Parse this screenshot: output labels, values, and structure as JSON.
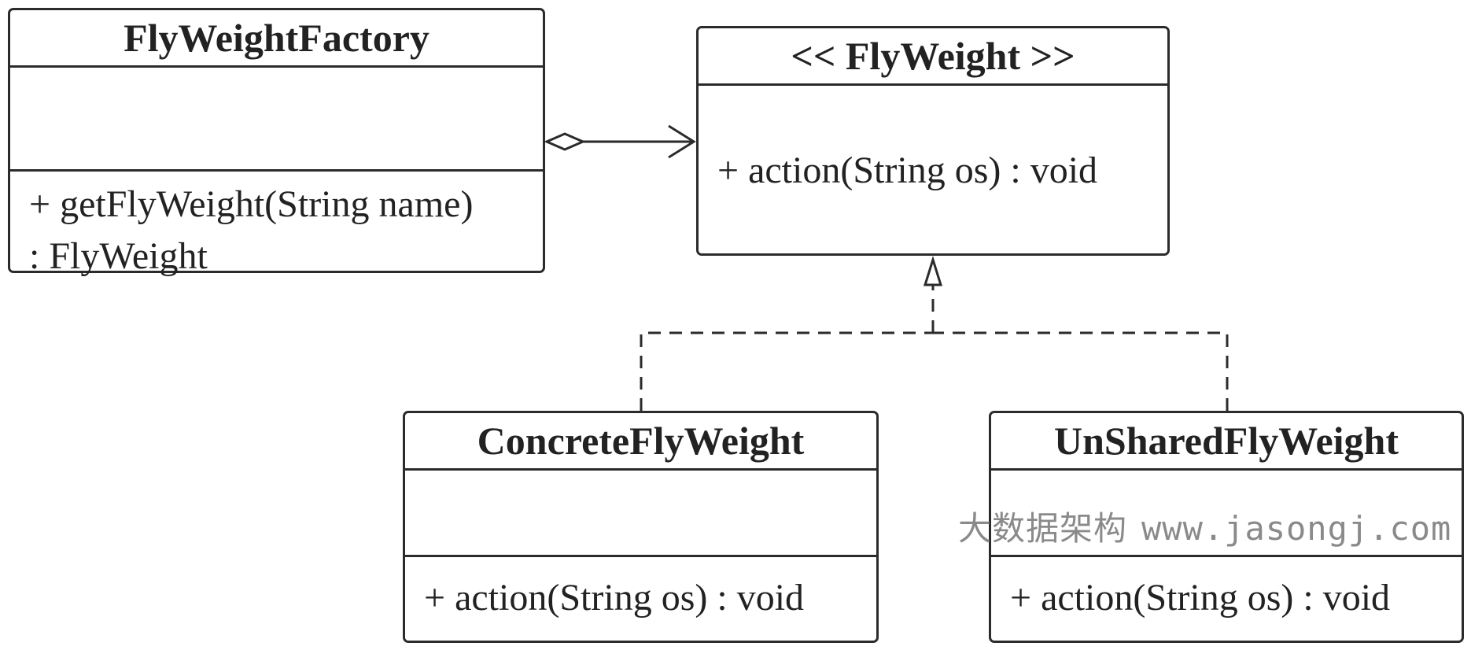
{
  "classes": {
    "factory": {
      "name": "FlyWeightFactory",
      "op_line1": "+ getFlyWeight(String name)",
      "op_line2": ": FlyWeight"
    },
    "flyweight": {
      "name": "<< FlyWeight >>",
      "op": "+ action(String os) : void"
    },
    "concrete": {
      "name": "ConcreteFlyWeight",
      "op": "+ action(String os) : void"
    },
    "unshared": {
      "name": "UnSharedFlyWeight",
      "op": "+ action(String os) : void"
    }
  },
  "watermark": {
    "chinese": "大数据架构",
    "url": "www.jasongj.com"
  }
}
